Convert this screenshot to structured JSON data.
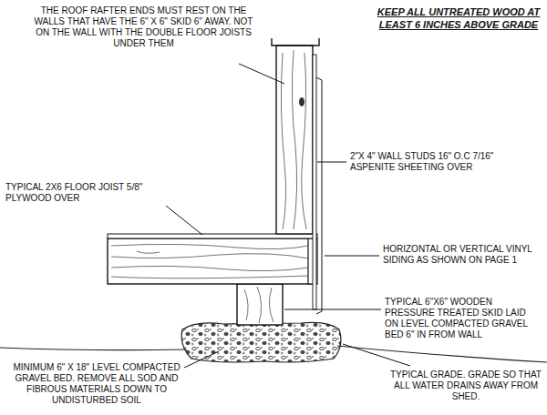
{
  "diagram": {
    "title": "KEEP ALL UNTREATED WOOD AT LEAST 6 INCHES ABOVE GRADE",
    "labels": [
      "THE ROOF RAFTER ENDS MUST REST ON THE WALLS THAT HAVE THE 6\" X 6\" SKID 6\" AWAY. NOT ON THE WALL WITH THE DOUBLE FLOOR JOISTS UNDER THEM",
      "2\"X 4\" WALL STUDS 16\" O.C 7/16\" ASPENITE SHEETING OVER",
      "TYPICAL 2X6 FLOOR JOIST 5/8\" PLYWOOD OVER",
      "HORIZONTAL OR VERTICAL VINYL SIDING AS SHOWN ON PAGE 1",
      "TYPICAL 6\"X6\" WOODEN PRESSURE TREATED SKID LAID ON LEVEL COMPACTED GRAVEL BED 6\" IN FROM WALL",
      "MINIMUM 6\" X 18\" LEVEL COMPACTED GRAVEL BED. REMOVE ALL SOD AND FIBROUS MATERIALS DOWN TO UNDISTURBED SOIL",
      "TYPICAL GRADE. GRADE SO THAT ALL WATER DRAINS AWAY FROM SHED."
    ]
  }
}
